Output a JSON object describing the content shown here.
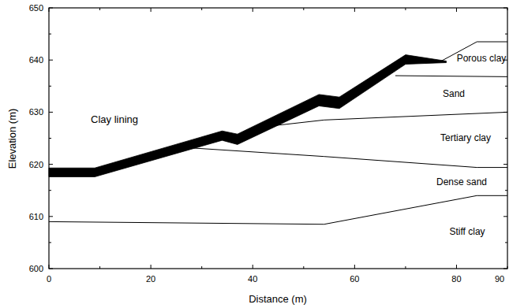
{
  "diagram": {
    "labels": [
      "Porous clay",
      "Sand",
      "Clay lining",
      "Tertiary clay",
      "Dense sand",
      "Stiff clay",
      "650",
      "640",
      "630",
      "620",
      "610",
      "600",
      "0",
      "20",
      "40",
      "60",
      "80",
      "90",
      "Elevation (m)",
      "Distance (m)"
    ]
  }
}
